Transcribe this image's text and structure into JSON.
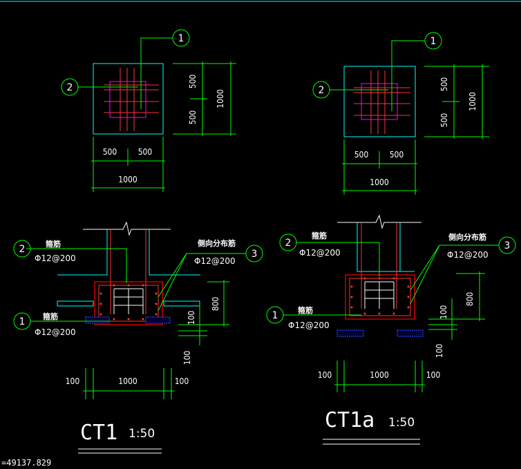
{
  "colors": {
    "background": "#000000",
    "dimension": "#00ff00",
    "column": "#00ffff",
    "rebar": "#ff3333",
    "concrete": "#ff0000",
    "stirrup": "#ff00ff",
    "gravel": "#0000ff",
    "text": "#ffffff",
    "leader": "#00ff00"
  },
  "plans": [
    {
      "dims_top": [
        "500",
        "500"
      ],
      "dim_total_bottom": "1000",
      "dims_right": [
        "500",
        "500"
      ],
      "dim_total_right": "1000",
      "markers": [
        "1",
        "2"
      ]
    },
    {
      "dims_top": [
        "500",
        "500"
      ],
      "dim_total_bottom": "1000",
      "dims_right": [
        "500",
        "500"
      ],
      "dim_total_right": "1000",
      "markers": [
        "1",
        "2"
      ]
    }
  ],
  "sections": [
    {
      "label_top_name": "箍筋",
      "label_top_spec": "Φ12@200",
      "label_bottom_name": "箍筋",
      "label_bottom_spec": "Φ12@200",
      "label_side_name": "侧向分布筋",
      "label_side_spec": "Φ12@200",
      "dim_height": "800",
      "dim_cover1": "100",
      "dim_cover2": "100",
      "dim_left": "100",
      "dim_mid": "1000",
      "dim_right": "100",
      "markers": [
        "2",
        "1",
        "3"
      ],
      "title": "CT1",
      "scale": "1:50"
    },
    {
      "label_top_name": "箍筋",
      "label_top_spec": "Φ12@200",
      "label_bottom_name": "箍筋",
      "label_bottom_spec": "Φ12@200",
      "label_side_name": "侧向分布筋",
      "label_side_spec": "Φ12@200",
      "dim_height": "800",
      "dim_cover1": "100",
      "dim_cover2": "100",
      "dim_left": "100",
      "dim_mid": "1000",
      "dim_right": "100",
      "markers": [
        "2",
        "1",
        "3"
      ],
      "title": "CT1a",
      "scale": "1:50"
    }
  ],
  "status": {
    "coordinate": "=49137.829"
  }
}
